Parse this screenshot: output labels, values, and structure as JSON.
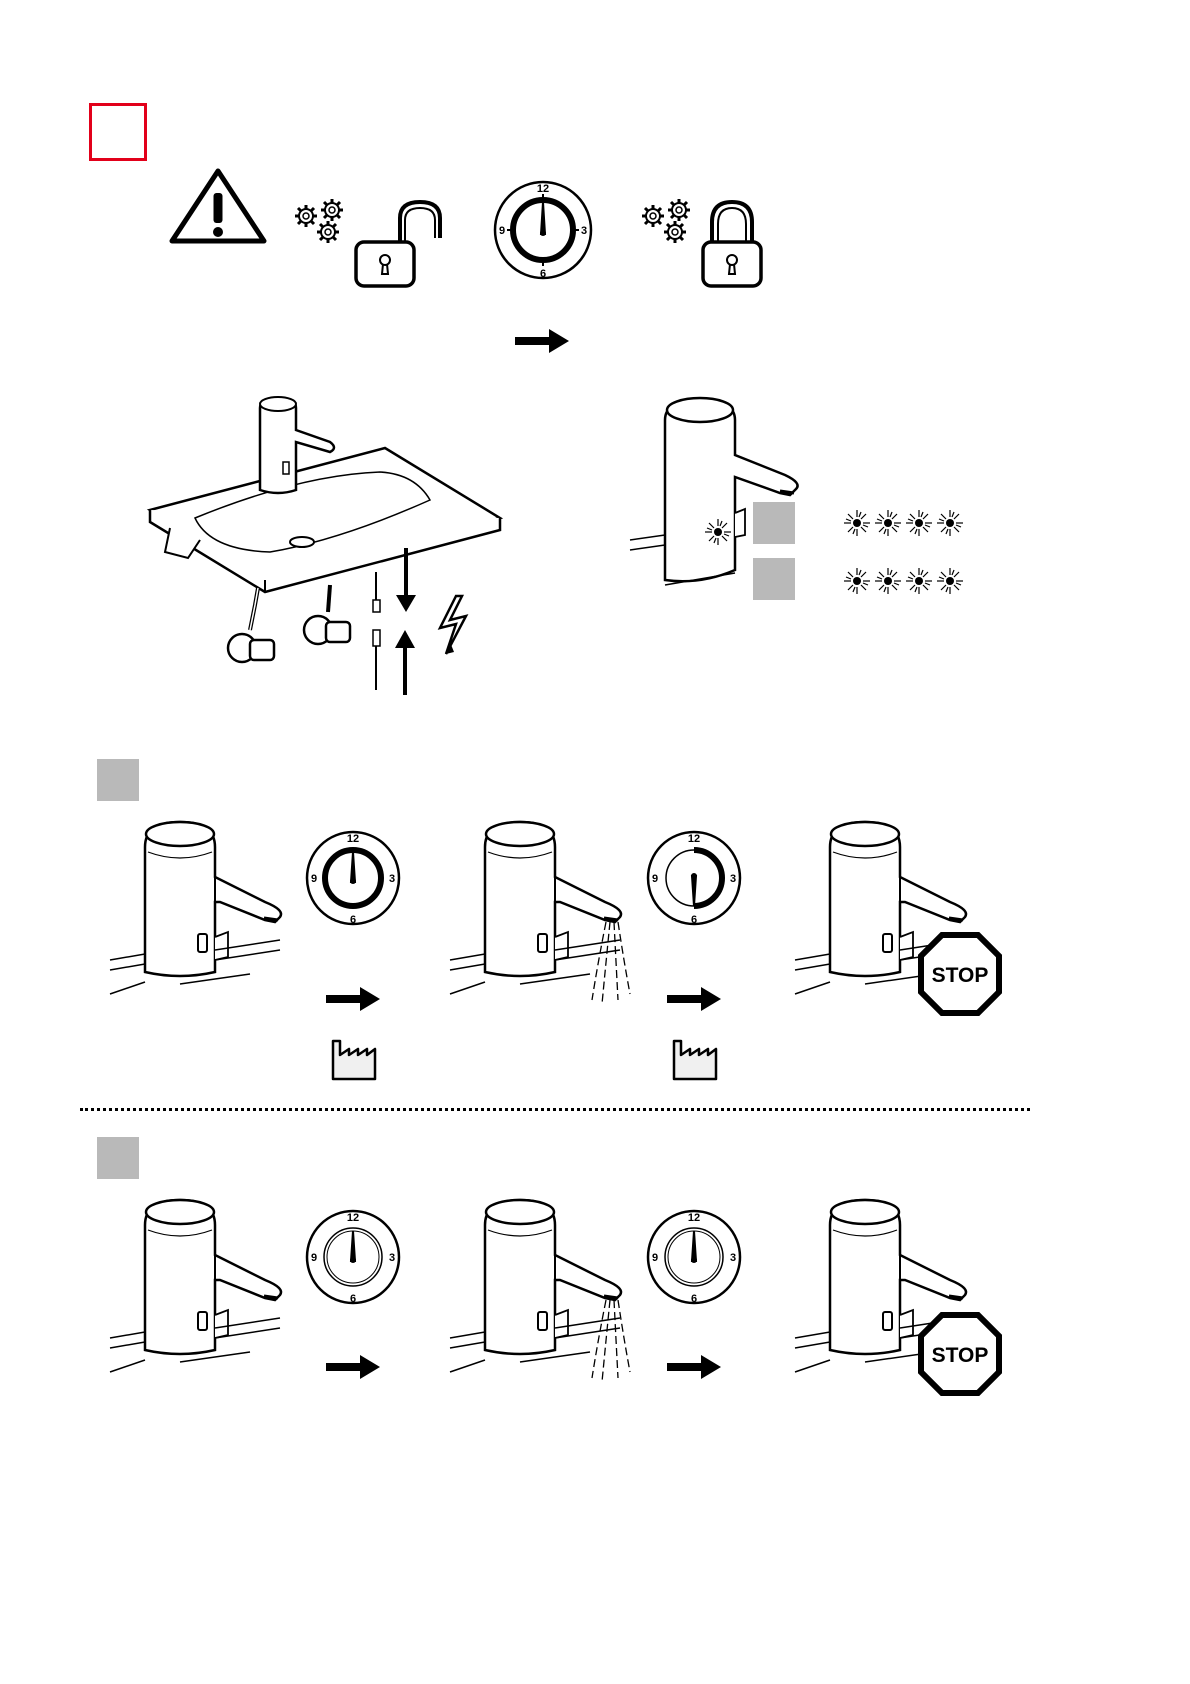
{
  "clocks": {
    "n12": "12",
    "n3": "3",
    "n6": "6",
    "n9": "9"
  },
  "stop_label": "STOP",
  "colors": {
    "marker_red": "#e2001a",
    "step_gray": "#b9b9b9",
    "ink": "#000000"
  },
  "icons": {
    "warning": "warning-triangle-icon",
    "unlock": "unlocked-padlock-icon",
    "lock": "locked-padlock-icon",
    "gears": "gears-icon",
    "timer": "clock-timer-icon",
    "arrow": "right-arrow-icon",
    "factory": "factory-icon",
    "stop": "stop-sign-icon",
    "blink": "blinking-led-icon",
    "lightning": "electricity-icon"
  }
}
